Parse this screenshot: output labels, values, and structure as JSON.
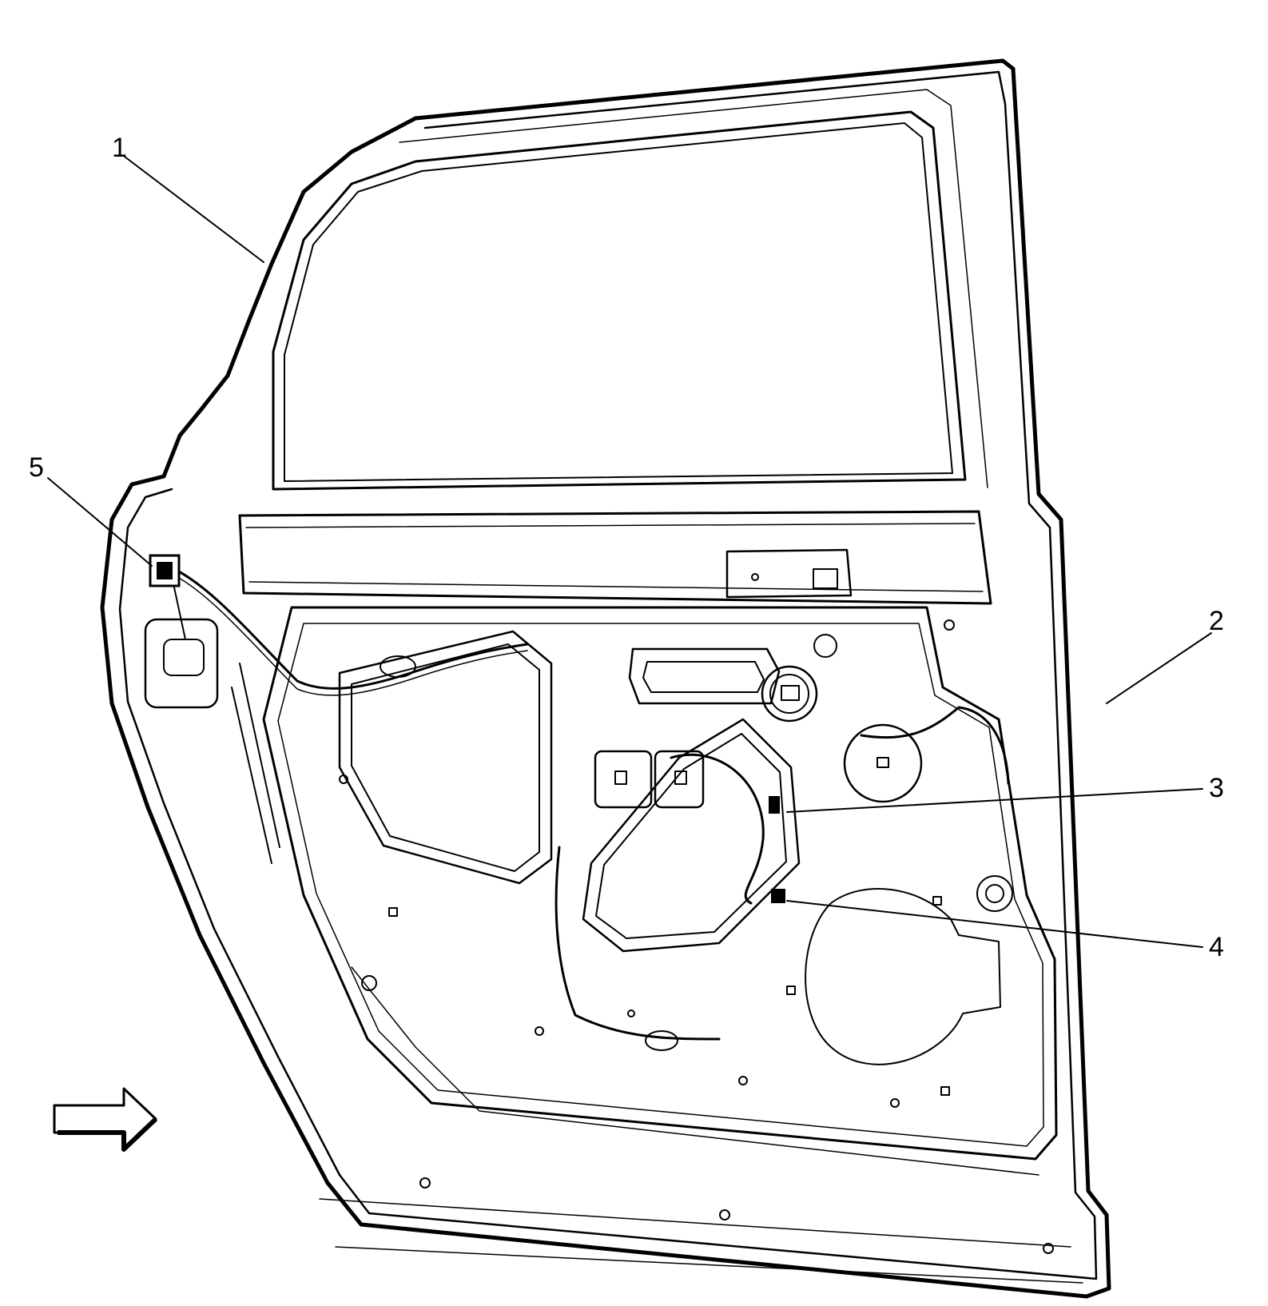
{
  "diagram": {
    "colors": {
      "ink": "#000000",
      "paper": "#ffffff"
    },
    "callouts": [
      {
        "id": "1",
        "label": "1"
      },
      {
        "id": "2",
        "label": "2"
      },
      {
        "id": "3",
        "label": "3"
      },
      {
        "id": "4",
        "label": "4"
      },
      {
        "id": "5",
        "label": "5"
      }
    ],
    "direction_arrow": {
      "icon": "arrow-right-icon",
      "direction": "right"
    }
  }
}
